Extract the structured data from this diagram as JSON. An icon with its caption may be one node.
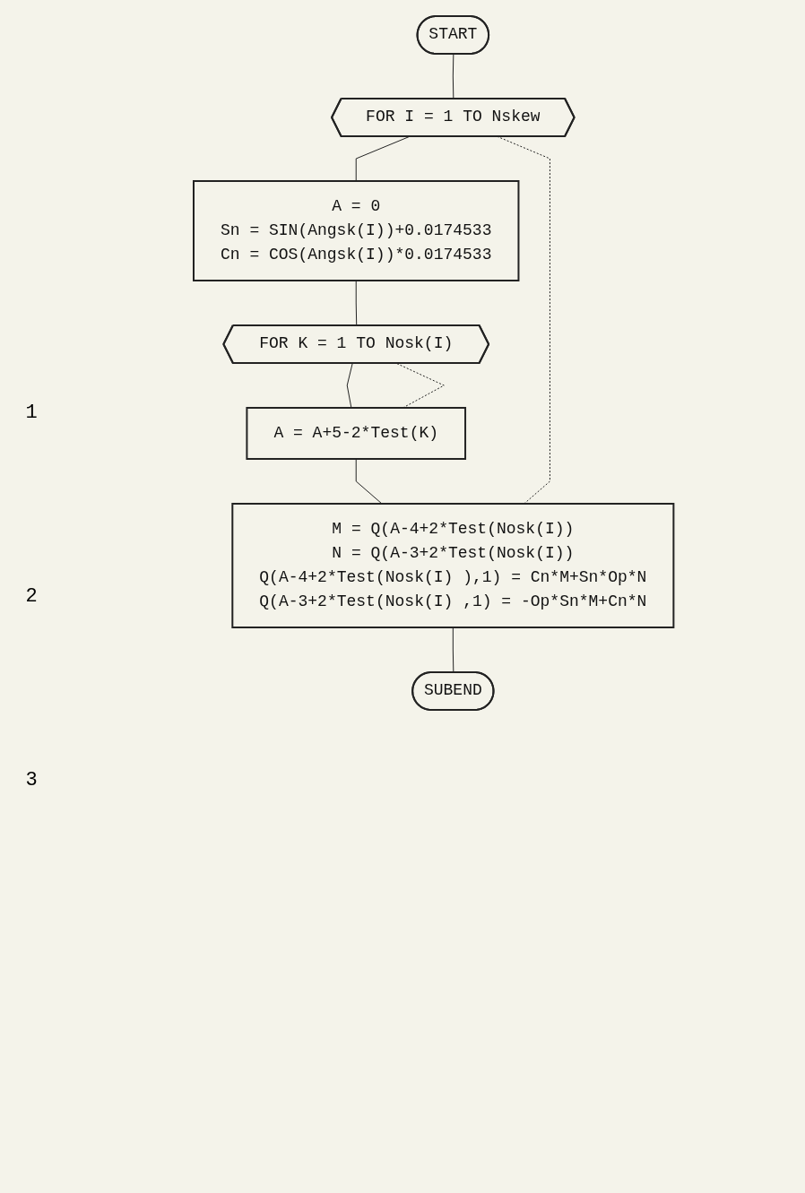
{
  "diagram": {
    "nodes": [
      {
        "text": [
          "START"
        ]
      },
      {
        "text": [
          "FOR I = 1 TO Nskew"
        ]
      },
      {
        "text": [
          "A = 0",
          "Sn = SIN(Angsk(I))+0.0174533",
          "Cn = COS(Angsk(I))*0.0174533"
        ]
      },
      {
        "text": [
          "FOR K = 1 TO Nosk(I)"
        ]
      },
      {
        "text": [
          "A = A+5-2*Test(K)"
        ]
      },
      {
        "text": [
          "M = Q(A-4+2*Test(Nosk(I))",
          "N = Q(A-3+2*Test(Nosk(I))",
          "Q(A-4+2*Test(Nosk(I) ),1) = Cn*M+Sn*Op*N",
          "Q(A-3+2*Test(Nosk(I) ,1) = -Op*Sn*M+Cn*N"
        ]
      },
      {
        "text": [
          "SUBEND"
        ]
      }
    ],
    "edges": [
      {
        "from": 0,
        "to": 1,
        "arrow": "none"
      },
      {
        "from": 1,
        "to": 2,
        "arrow": "none"
      },
      {
        "from": 2,
        "to": 3,
        "arrow": "none"
      },
      {
        "from": 3,
        "to": 4,
        "arrow": "none"
      },
      {
        "from": 4,
        "to": 3,
        "arrow": "none",
        "style": "dashed"
      },
      {
        "from": 4,
        "to": 5,
        "arrow": "none"
      },
      {
        "from": 5,
        "to": 1,
        "arrow": "none",
        "style": "dashed"
      },
      {
        "from": 5,
        "to": 6,
        "arrow": "none"
      }
    ],
    "labels": [
      "1",
      "2",
      "3"
    ]
  }
}
